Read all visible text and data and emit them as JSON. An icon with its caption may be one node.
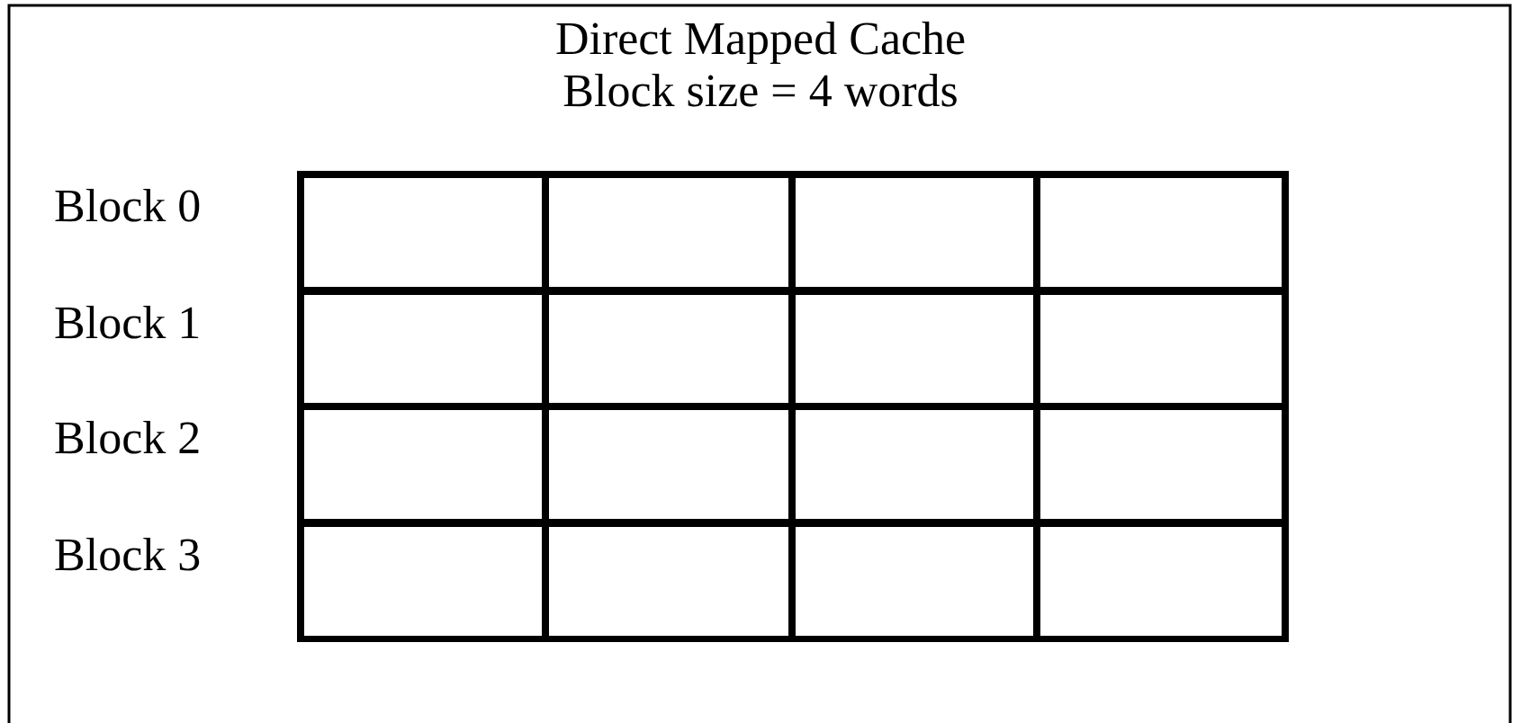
{
  "diagram": {
    "title": "Direct Mapped Cache",
    "nodes": [
      {
        "text": [
          "Block 0"
        ]
      },
      {
        "text": [
          "Block 1"
        ]
      },
      {
        "text": [
          "Block 2"
        ]
      },
      {
        "text": [
          "Block 3"
        ]
      }
    ],
    "labels": [
      "Block size = 4 words"
    ]
  }
}
